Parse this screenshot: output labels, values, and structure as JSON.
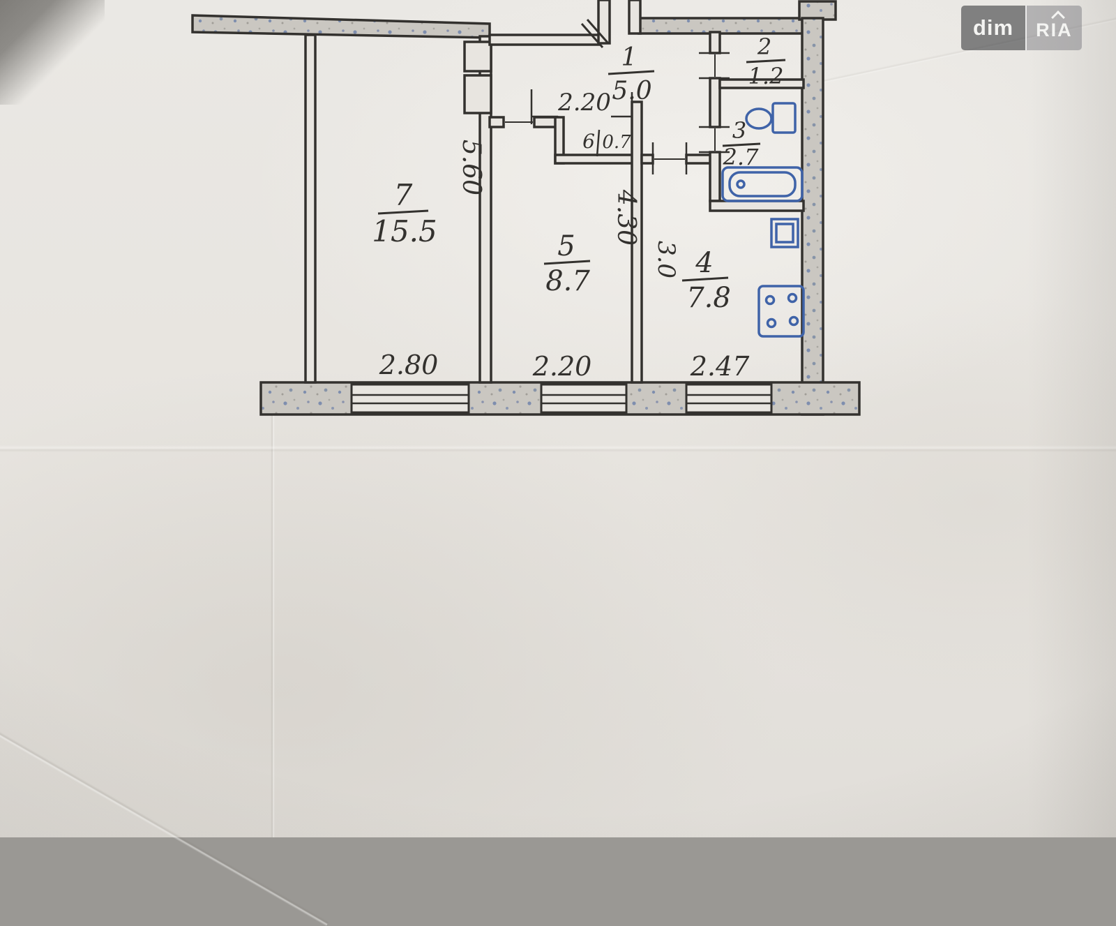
{
  "watermark": {
    "left": "dim",
    "right": "RIA"
  },
  "plan": {
    "rooms": [
      {
        "key": "room-1",
        "number": "1",
        "area": "5.0"
      },
      {
        "key": "room-2",
        "number": "2",
        "area": "1.2"
      },
      {
        "key": "room-3",
        "number": "3",
        "area": "2.7"
      },
      {
        "key": "room-4",
        "number": "4",
        "area": "7.8"
      },
      {
        "key": "room-5",
        "number": "5",
        "area": "8.7"
      },
      {
        "key": "room-6",
        "number": "6",
        "area": "0.7"
      },
      {
        "key": "room-7",
        "number": "7",
        "area": "15.5"
      }
    ],
    "dimensions": {
      "hall_width": "2.20",
      "room7_depth": "5.60",
      "room5_depth": "4.30",
      "kitchen_depth": "3.0",
      "room7_width": "2.80",
      "room5_width": "2.20",
      "kitchen_width": "2.47"
    },
    "fixtures": [
      "toilet",
      "bathtub",
      "sink",
      "stove"
    ],
    "colors": {
      "ink": "#33312e",
      "fixture": "#3f63a8",
      "paper": "#e8e5e0"
    }
  }
}
